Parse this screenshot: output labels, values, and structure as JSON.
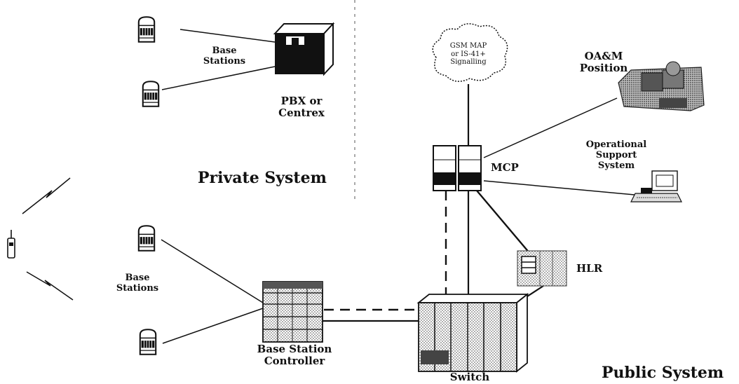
{
  "labels": {
    "base_stations_top": [
      "Base",
      "Stations"
    ],
    "pbx": [
      "PBX or",
      "Centrex"
    ],
    "private_system": "Private System",
    "base_stations_bottom": [
      "Base",
      "Stations"
    ],
    "bsc": [
      "Base Station",
      "Controller"
    ],
    "switch": "Switch",
    "public_system": "Public System",
    "mcp": "MCP",
    "hlr": "HLR",
    "oam": [
      "OA&M",
      "Position"
    ],
    "oss": [
      "Operational",
      "Support",
      "System"
    ],
    "cloud": [
      "GSM MAP",
      "or IS-41+",
      "Signalling"
    ]
  }
}
